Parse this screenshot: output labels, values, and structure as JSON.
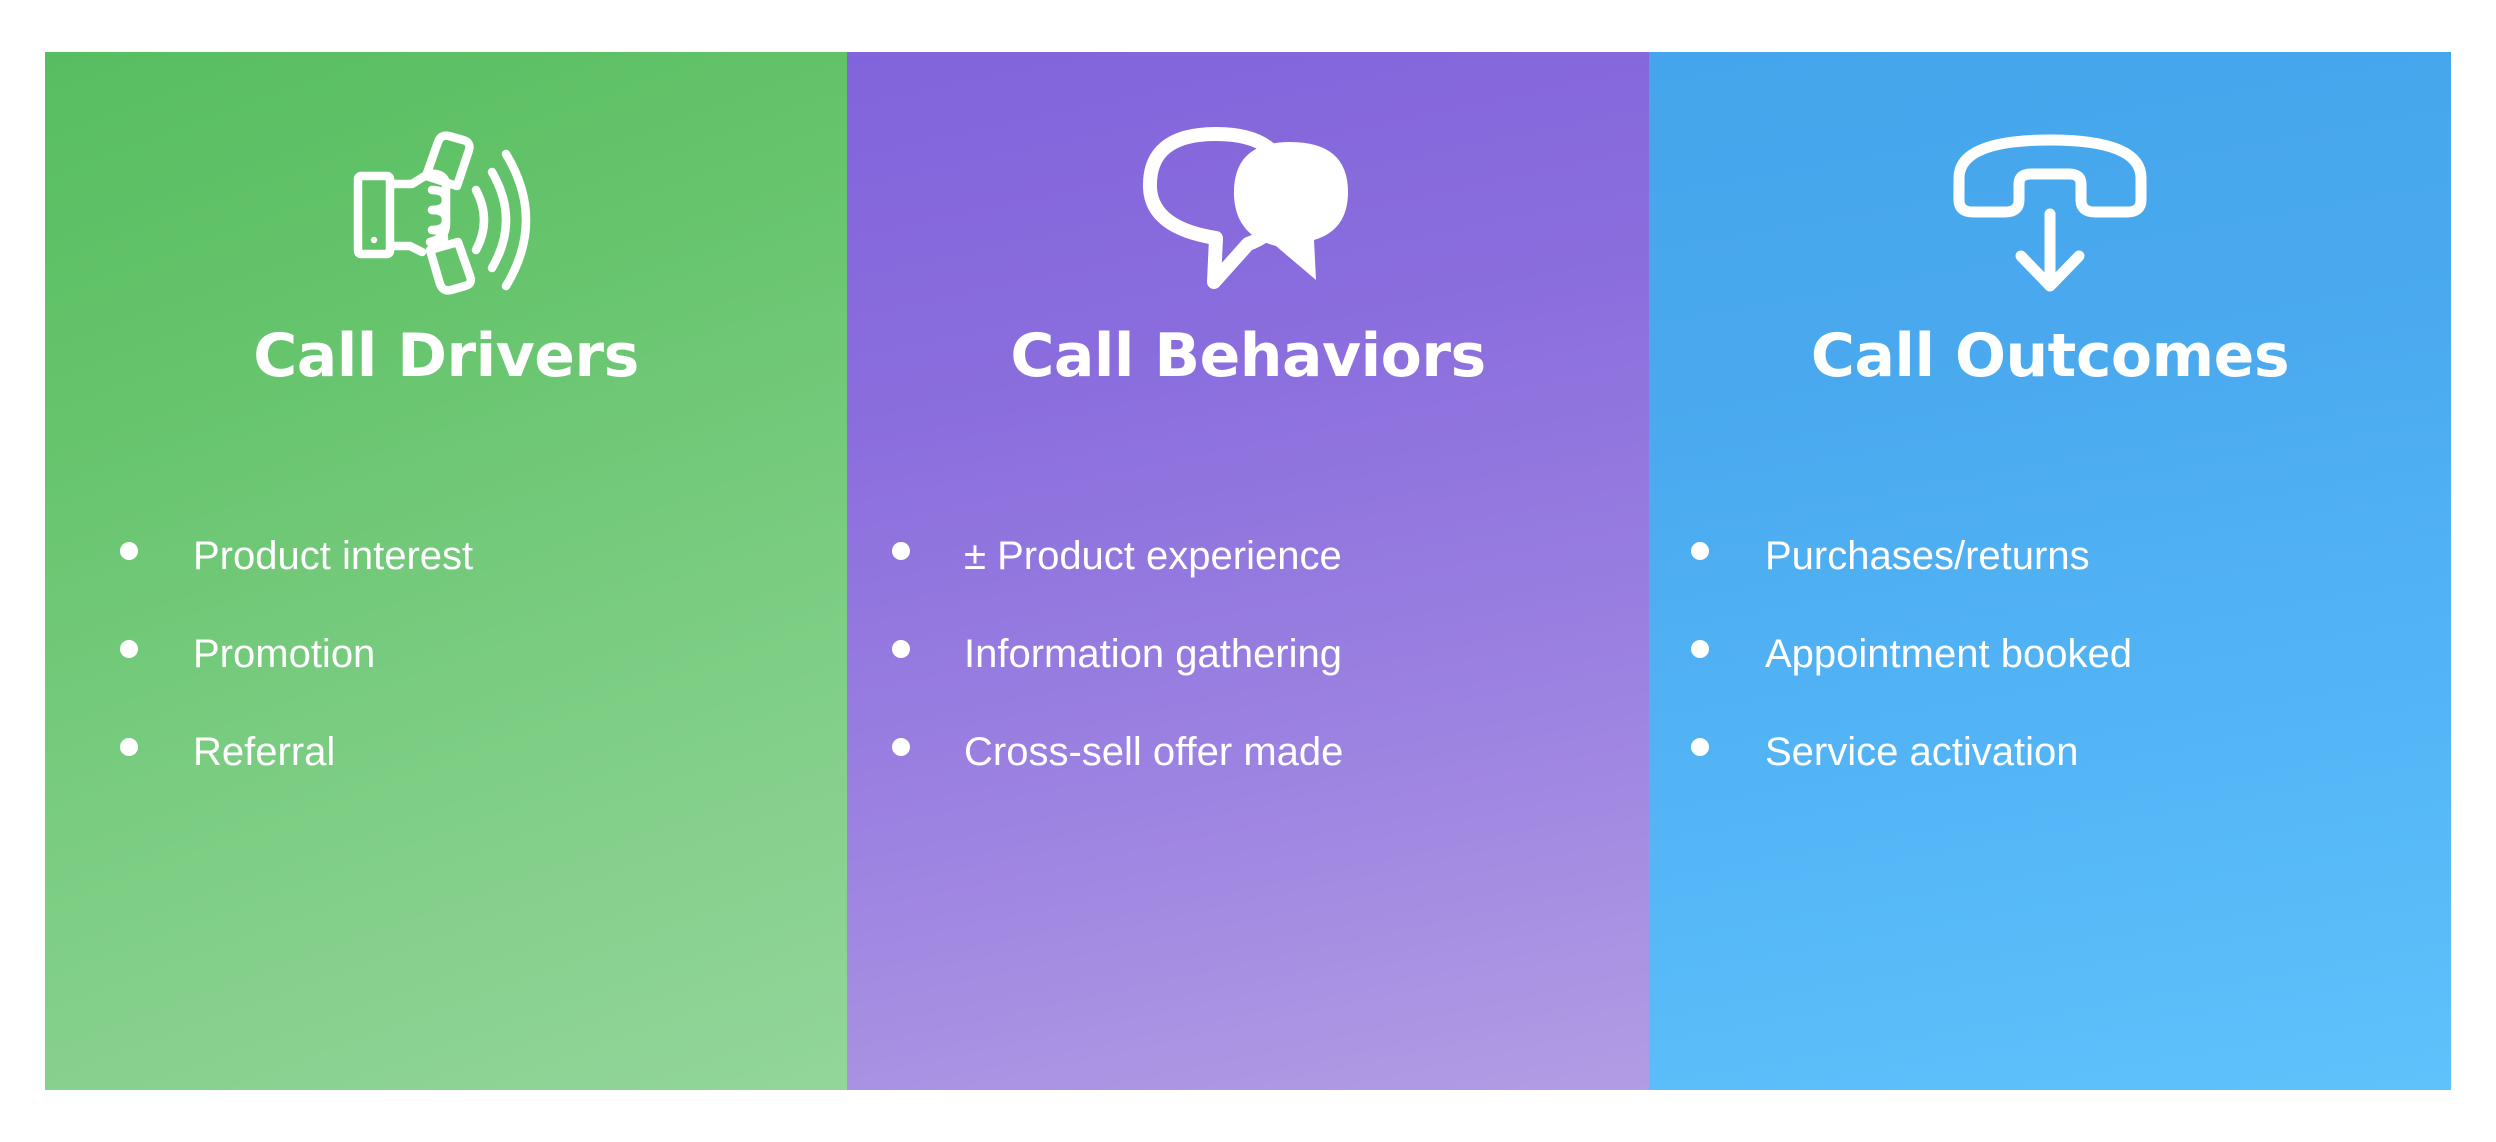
{
  "panels": [
    {
      "id": "call-drivers",
      "title": "Call Drivers",
      "icon": "hand-holding-phone-signal-icon",
      "color_start": "#58bd60",
      "color_end": "#93d69b",
      "items": [
        "Product interest",
        "Promotion",
        "Referral"
      ]
    },
    {
      "id": "call-behaviors",
      "title": "Call Behaviors",
      "icon": "two-speech-bubbles-icon",
      "color_start": "#8164db",
      "color_end": "#b19de4",
      "items": [
        "± Product experience",
        "Information gathering",
        "Cross-sell offer made"
      ]
    },
    {
      "id": "call-outcomes",
      "title": "Call Outcomes",
      "icon": "phone-handset-down-arrow-icon",
      "color_start": "#44a5ec",
      "color_end": "#5fc2fb",
      "items": [
        "Purchases/returns",
        "Appointment booked",
        "Service activation"
      ]
    }
  ],
  "bullet_glyph": "•",
  "background": "#ffffff",
  "text_color": "#ffffff"
}
